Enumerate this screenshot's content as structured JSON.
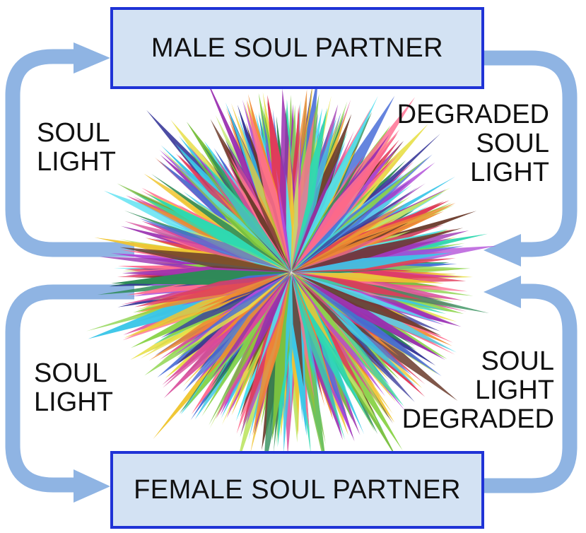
{
  "boxes": {
    "male": "MALE SOUL PARTNER",
    "female": "FEMALE SOUL PARTNER"
  },
  "labels": {
    "top_left": [
      "SOUL",
      "LIGHT"
    ],
    "top_right": [
      "DEGRADED",
      "SOUL",
      "LIGHT"
    ],
    "bottom_left": [
      "SOUL",
      "LIGHT"
    ],
    "bottom_right": [
      "SOUL",
      "LIGHT",
      "DEGRADED"
    ]
  },
  "colors": {
    "box_fill": "#d3e2f3",
    "box_border": "#1f33d6",
    "arrow": "#8fb4e3",
    "text": "#111111"
  },
  "icons": {
    "center": "multicolor-starburst-icon",
    "arrows": "curved-arrow-icon"
  }
}
